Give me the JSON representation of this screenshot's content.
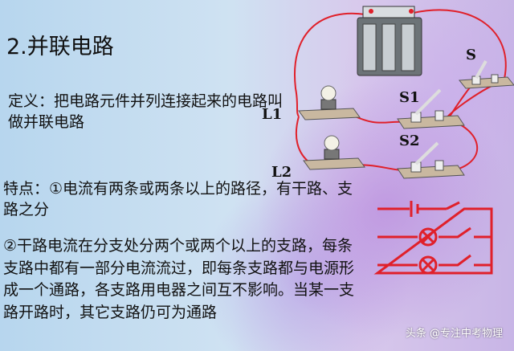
{
  "slide": {
    "title": "2.并联电路",
    "definition": "定义：把电路元件并列连接起来的电路叫做并联电路",
    "feature_1": "特点：①电流有两条或两条以上的路径，有干路、支路之分",
    "feature_2": "②干路电流在分支处分两个或两个以上的支路，每条支路中都有一部分电流流过，即每条支路都与电源形成一个通路，各支路用电器之间互不影响。当某一支路开路时，其它支路仍可为通路"
  },
  "circuit_labels": {
    "main_switch": "S",
    "switch_1": "S1",
    "switch_2": "S2",
    "lamp_1": "L1",
    "lamp_2": "L2"
  },
  "watermark": "头条 @专注中考物理",
  "colors": {
    "wire": "#e0202a",
    "schematic": "#e0202a",
    "board": "#c9b8a0"
  }
}
